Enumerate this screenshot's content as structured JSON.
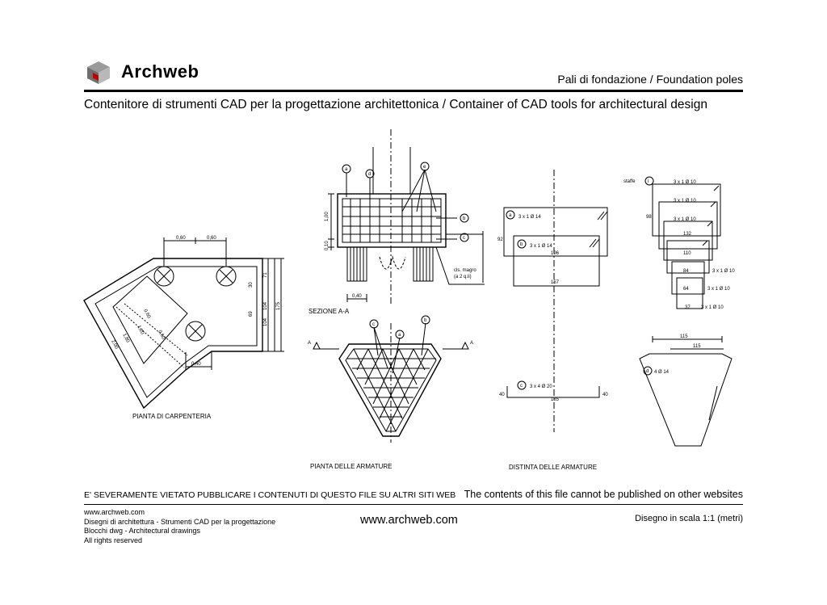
{
  "header": {
    "logo_text": "Archweb",
    "page_title": "Pali di fondazione  /  Foundation poles",
    "subtitle": "Contenitore di strumenti CAD per la progettazione architettonica  /  Container of CAD tools for architectural design"
  },
  "drawings": {
    "plan_label": "PIANTA DI CARPENTERIA",
    "section_label": "SEZIONE A-A",
    "rebar_plan_label": "PIANTA DELLE ARMATURE",
    "schedule_label": "DISTINTA DELLE ARMATURE",
    "plan_dims": [
      "0,60",
      "0,60",
      "30",
      "71",
      "69",
      "104",
      "104",
      "175",
      "0,60",
      "1,20",
      "0,60",
      "1,80",
      "2,00",
      "0,40"
    ],
    "section_dims": [
      "1,00",
      "0,10",
      "0,40"
    ],
    "section_note_1": "cls. magro",
    "section_note_2": "(a 2 q.li)",
    "section_markers": [
      "a",
      "d",
      "e",
      "b",
      "c"
    ],
    "rebar_markers": [
      "c",
      "a",
      "b"
    ],
    "section_cut": "A",
    "schedule": {
      "a_label": "3 x 1 Ø 14",
      "b_label": "3 x 1 Ø 14",
      "c_label": "3 x 4 Ø 20",
      "d_label": "4 Ø 14",
      "dim_92": "92",
      "dim_196": "196",
      "dim_157": "157",
      "dim_40a": "40",
      "dim_40b": "40",
      "dim_185": "185",
      "staffe": "staffe",
      "stirrups": [
        {
          "dim": "3 x 1 Ø 10"
        },
        {
          "dim": "3 x 1 Ø 10"
        },
        {
          "dim": "3 x 1 Ø 10"
        },
        {
          "dim": "3 x 1 Ø 10"
        },
        {
          "dim": "3 x 1 Ø 10"
        },
        {
          "dim": "3 x 1 Ø 10"
        }
      ],
      "dim_98": "98",
      "dim_132": "132",
      "dim_110": "110",
      "dim_84": "84",
      "dim_64": "64",
      "dim_37": "37",
      "dim_115a": "115",
      "dim_115b": "115"
    }
  },
  "footer": {
    "warning_it": "E' SEVERAMENTE VIETATO PUBBLICARE I CONTENUTI DI QUESTO FILE SU ALTRI SITI WEB",
    "warning_en": "The contents of this file cannot be published on other websites",
    "lines": [
      "www.archweb.com",
      "Disegni di architettura - Strumenti CAD  per la progettazione",
      "Blocchi dwg - Architectural drawings",
      "All rights reserved"
    ],
    "site": "www.archweb.com",
    "scale": "Disegno in scala 1:1 (metri)"
  }
}
